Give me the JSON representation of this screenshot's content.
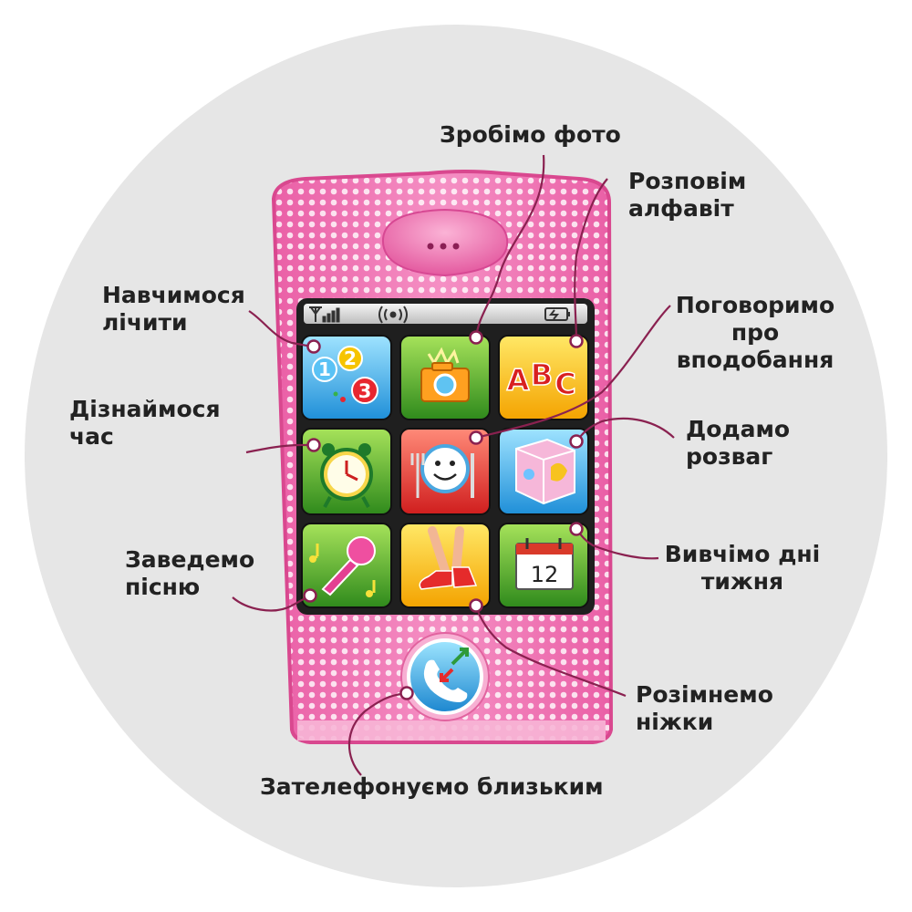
{
  "labels": {
    "photo": [
      "Зробімо фото"
    ],
    "alphabet": [
      "Розповім",
      "алфавіт"
    ],
    "count": [
      "Навчимося",
      "лічити"
    ],
    "talk": [
      "Поговоримо",
      "про",
      "вподобання"
    ],
    "time": [
      "Дізнаймося",
      "час"
    ],
    "fun": [
      "Додамо",
      "розваг"
    ],
    "song": [
      "Заведемо",
      "пісню"
    ],
    "weekdays": [
      "Вивчімо дні",
      "тижня"
    ],
    "legs": [
      "Розімнемо",
      "ніжки"
    ],
    "call": [
      "Зателефонуємо близьким"
    ]
  },
  "apps": {
    "numbers": [
      "1",
      "2",
      "3"
    ],
    "abc": [
      "A",
      "B",
      "C"
    ],
    "calendar_day": "12"
  },
  "colors": {
    "phone_body": "#f27bb8",
    "phone_edge": "#e05aa0",
    "callout_line": "#8a2150",
    "screen_frame": "#1f1f1f",
    "background_circle": "#e6e6e6"
  },
  "icons": {
    "status_bar": [
      "signal-icon",
      "vibrate-icon",
      "battery-icon"
    ],
    "apps": [
      "numbers-app-icon",
      "camera-app-icon",
      "abc-app-icon",
      "alarm-clock-app-icon",
      "smiley-plate-app-icon",
      "picture-cube-app-icon",
      "microphone-app-icon",
      "dancing-legs-app-icon",
      "calendar-app-icon"
    ],
    "call": "phone-call-icon"
  }
}
